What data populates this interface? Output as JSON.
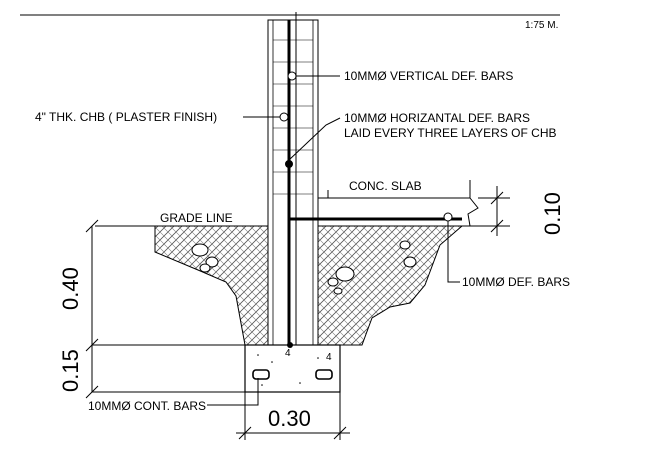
{
  "scale": "1:75 M.",
  "labels": {
    "vertical_bars": "10MMØ VERTICAL DEF. BARS",
    "chb": "4\" THK. CHB ( PLASTER FINISH)",
    "horizontal_bars_1": "10MMØ HORIZANTAL DEF. BARS",
    "horizontal_bars_2": "LAID EVERY THREE LAYERS OF CHB",
    "conc_slab": "CONC. SLAB",
    "grade_line": "GRADE LINE",
    "def_bars": "10MMØ DEF. BARS",
    "cont_bars": "10MMØ CONT. BARS"
  },
  "dimensions": {
    "slab": "0.10",
    "depth": "0.40",
    "footing_thk": "0.15",
    "footing_width": "0.30"
  }
}
